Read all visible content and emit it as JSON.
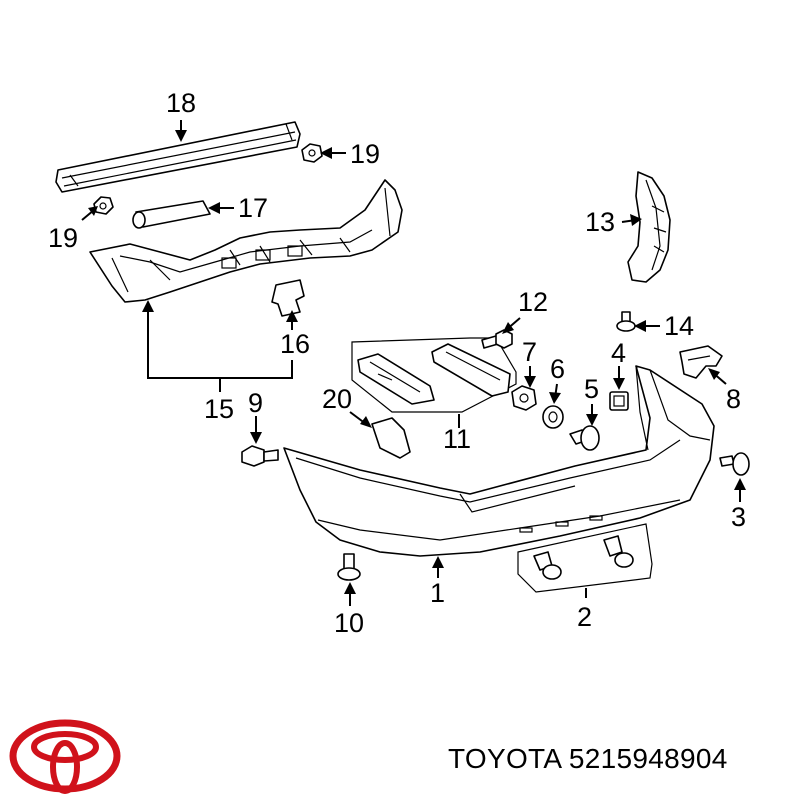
{
  "footer": {
    "brand": "TOYOTA",
    "part_number": "5215948904"
  },
  "callouts": [
    {
      "id": "c1",
      "label": "1"
    },
    {
      "id": "c2",
      "label": "2"
    },
    {
      "id": "c3",
      "label": "3"
    },
    {
      "id": "c4",
      "label": "4"
    },
    {
      "id": "c5",
      "label": "5"
    },
    {
      "id": "c6",
      "label": "6"
    },
    {
      "id": "c7",
      "label": "7"
    },
    {
      "id": "c8",
      "label": "8"
    },
    {
      "id": "c9",
      "label": "9"
    },
    {
      "id": "c10",
      "label": "10"
    },
    {
      "id": "c11",
      "label": "11"
    },
    {
      "id": "c12",
      "label": "12"
    },
    {
      "id": "c13",
      "label": "13"
    },
    {
      "id": "c14",
      "label": "14"
    },
    {
      "id": "c15",
      "label": "15"
    },
    {
      "id": "c16",
      "label": "16"
    },
    {
      "id": "c17",
      "label": "17"
    },
    {
      "id": "c18",
      "label": "18"
    },
    {
      "id": "c19a",
      "label": "19"
    },
    {
      "id": "c19b",
      "label": "19"
    },
    {
      "id": "c20",
      "label": "20"
    }
  ],
  "colors": {
    "logo": "#d0121b",
    "line": "#000000"
  },
  "icons": {
    "logo": "toyota-logo"
  }
}
